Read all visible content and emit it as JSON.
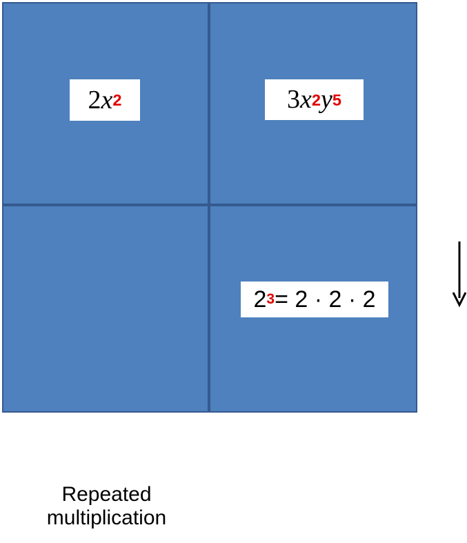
{
  "diagram": {
    "type": "2x2-concept-grid",
    "colors": {
      "cell_fill": "#4e81bd",
      "gridline": "#35598f",
      "label_background": "#ffffff",
      "text": "#000000",
      "exponent": "#e00000",
      "arrow": "#000000"
    },
    "cells": [
      {
        "position": "top-left",
        "label": {
          "kind": "math-expression",
          "plain_text": "2x2",
          "coefficient": "2",
          "base": "x",
          "exponent": "2"
        }
      },
      {
        "position": "top-right",
        "label": {
          "kind": "math-expression",
          "plain_text": "3x2y5",
          "coefficient": "3",
          "base1": "x",
          "exponent1": "2",
          "base2": "y",
          "exponent2": "5"
        }
      },
      {
        "position": "bottom-left",
        "label": {
          "kind": "text",
          "line1": "Repeated",
          "line2": "multiplication"
        }
      },
      {
        "position": "bottom-right",
        "label": {
          "kind": "math-expression",
          "plain_text": "23 = 2 · 2 · 2",
          "base": "2",
          "exponent": "3",
          "equals": "= 2 · 2 · 2"
        }
      }
    ],
    "arrow": {
      "icon": "arrow-down-icon",
      "direction": "down"
    }
  }
}
